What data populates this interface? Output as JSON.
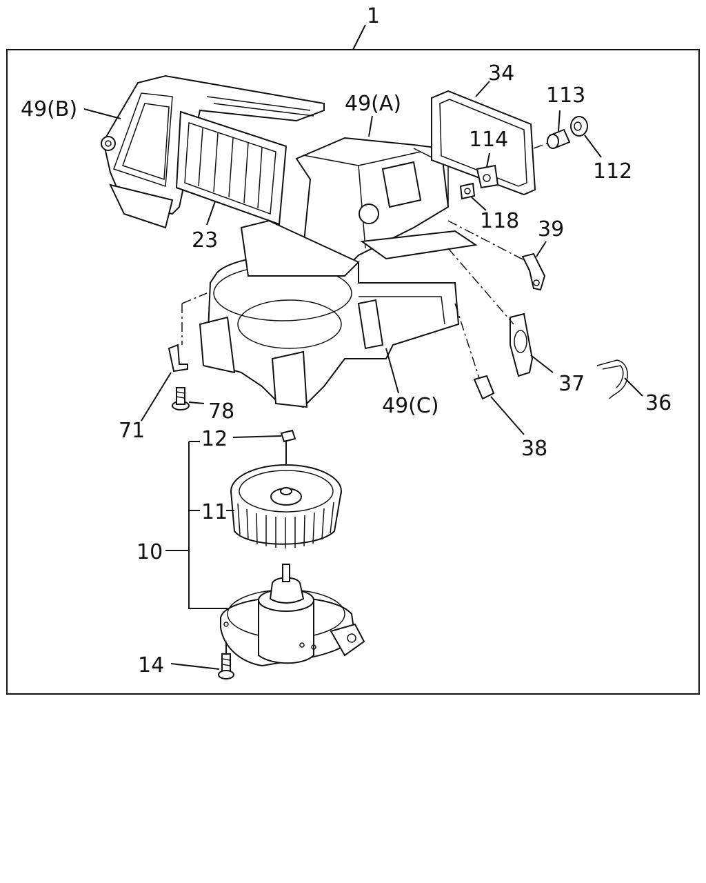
{
  "colors": {
    "line": "#111111",
    "background": "#ffffff"
  },
  "labels": {
    "l1": "1",
    "l49b": "49(B)",
    "l49a": "49(A)",
    "l34": "34",
    "l113": "113",
    "l114": "114",
    "l112": "112",
    "l118": "118",
    "l39": "39",
    "l23": "23",
    "l37": "37",
    "l36": "36",
    "l49c": "49(C)",
    "l78": "78",
    "l71": "71",
    "l38": "38",
    "l12": "12",
    "l11": "11",
    "l10": "10",
    "l14": "14"
  }
}
